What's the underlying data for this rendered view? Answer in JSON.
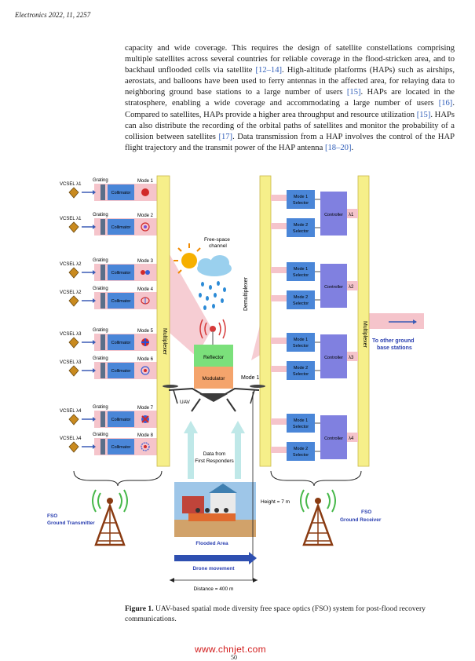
{
  "header": {
    "journal": "Electronics 2022, 11, 2257"
  },
  "paragraph": {
    "t1": "capacity and wide coverage. This requires the design of satellite constellations comprising multiple satellites across several countries for reliable coverage in the flood-stricken area, and to backhaul unflooded cells via satellite ",
    "c1": "[12–14]",
    "t2": ". High-altitude platforms (HAPs) such as airships, aerostats, and balloons have been used to ferry antennas in the affected area, for relaying data to neighboring ground base stations to a large number of users ",
    "c2": "[15]",
    "t3": ". HAPs are located in the stratosphere, enabling a wide coverage and accommodating a large number of users ",
    "c3": "[16]",
    "t4": ". Compared to satellites, HAPs provide a higher area throughput and resource utilization ",
    "c4": "[15]",
    "t5": ". HAPs can also distribute the recording of the orbital paths of satellites and monitor the probability of a collision between satellites ",
    "c5": "[17]",
    "t6": ". Data transmission from a HAP involves the control of the HAP flight trajectory and the transmit power of the HAP antenna ",
    "c6": "[18–20]",
    "t7": "."
  },
  "figure": {
    "tx_rows": [
      {
        "vcsel": "VCSEL λ1",
        "mode": "Mode 1"
      },
      {
        "vcsel": "VCSEL λ1",
        "mode": "Mode 2"
      },
      {
        "vcsel": "VCSEL λ2",
        "mode": "Mode 3"
      },
      {
        "vcsel": "VCSEL λ2",
        "mode": "Mode 4"
      },
      {
        "vcsel": "VCSEL λ3",
        "mode": "Mode 5"
      },
      {
        "vcsel": "VCSEL λ3",
        "mode": "Mode 6"
      },
      {
        "vcsel": "VCSEL λ4",
        "mode": "Mode 7"
      },
      {
        "vcsel": "VCSEL λ4",
        "mode": "Mode 8"
      }
    ],
    "grating": "Grating",
    "collimator": "Collimator",
    "multiplexer": "Multiplexer",
    "demultiplexer": "Demultiplexer",
    "free_space": "Free-space",
    "channel": "channel",
    "reflector": "Reflector",
    "modulator": "Modulator",
    "mode1_out": "Mode 1",
    "uav": "UAV",
    "data_line1": "Data from",
    "data_line2": "First Responders",
    "height": "Height = 7 m",
    "flooded_area": "Flooded Area",
    "drone_movement": "Drone movement",
    "distance": "Distance = 400 m",
    "fso_tx_1": "FSO",
    "fso_tx_2": "Ground Transmitter",
    "fso_rx_1": "FSO",
    "fso_rx_2": "Ground Receiver",
    "rx_groups": [
      {
        "sel1a": "Mode 1",
        "sel1b": "Selector",
        "sel2a": "Mode 2",
        "sel2b": "Selector",
        "controller": "Controller",
        "lambda": "λ1"
      },
      {
        "sel1a": "Mode 1",
        "sel1b": "Selector",
        "sel2a": "Mode 2",
        "sel2b": "Selector",
        "controller": "Controller",
        "lambda": "λ2"
      },
      {
        "sel1a": "Mode 1",
        "sel1b": "Selector",
        "sel2a": "Mode 2",
        "sel2b": "Selector",
        "controller": "Controller",
        "lambda": "λ3"
      },
      {
        "sel1a": "Mode 1",
        "sel1b": "Selector",
        "sel2a": "Mode 2",
        "sel2b": "Selector",
        "controller": "Controller",
        "lambda": "λ4"
      }
    ],
    "other_stations_1": "To other ground",
    "other_stations_2": "base stations"
  },
  "caption": {
    "label": "Figure 1.",
    "text": " UAV-based spatial mode diversity free space optics (FSO) system for post-flood recovery communications."
  },
  "watermark": "www.chnjet.com",
  "page_number": "50",
  "colors": {
    "blue_box": "#4a86d8",
    "yellow_bar": "#f6ef8a",
    "purple_box": "#8080e0",
    "pink_beam": "#f2b8c0",
    "green": "#7be07b",
    "orange": "#f4a46c",
    "link": "#2e5cb8"
  }
}
